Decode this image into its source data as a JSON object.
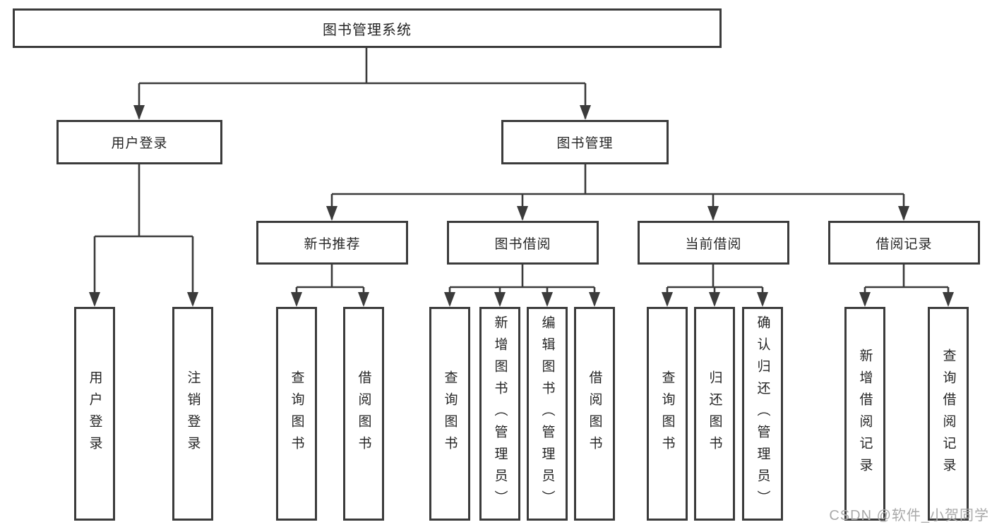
{
  "colors": {
    "line": "#3b3b3b",
    "box_border": "#3b3b3b",
    "text": "#262626",
    "background": "#ffffff",
    "watermark": "#a9a9a9"
  },
  "tree": {
    "root": {
      "label": "图书管理系统"
    },
    "branches": [
      {
        "label": "用户登录",
        "children": [
          "用户登录",
          "注销登录"
        ]
      },
      {
        "label": "图书管理",
        "sections": [
          {
            "label": "新书推荐",
            "children": [
              "查询图书",
              "借阅图书"
            ]
          },
          {
            "label": "图书借阅",
            "children": [
              "查询图书",
              "新增图书（管理员）",
              "编辑图书（管理员）",
              "借阅图书"
            ]
          },
          {
            "label": "当前借阅",
            "children": [
              "查询图书",
              "归还图书",
              "确认归还（管理员）"
            ]
          },
          {
            "label": "借阅记录",
            "children": [
              "新增借阅记录",
              "查询借阅记录"
            ]
          }
        ]
      }
    ]
  },
  "watermark": "CSDN @软件_小贺同学"
}
